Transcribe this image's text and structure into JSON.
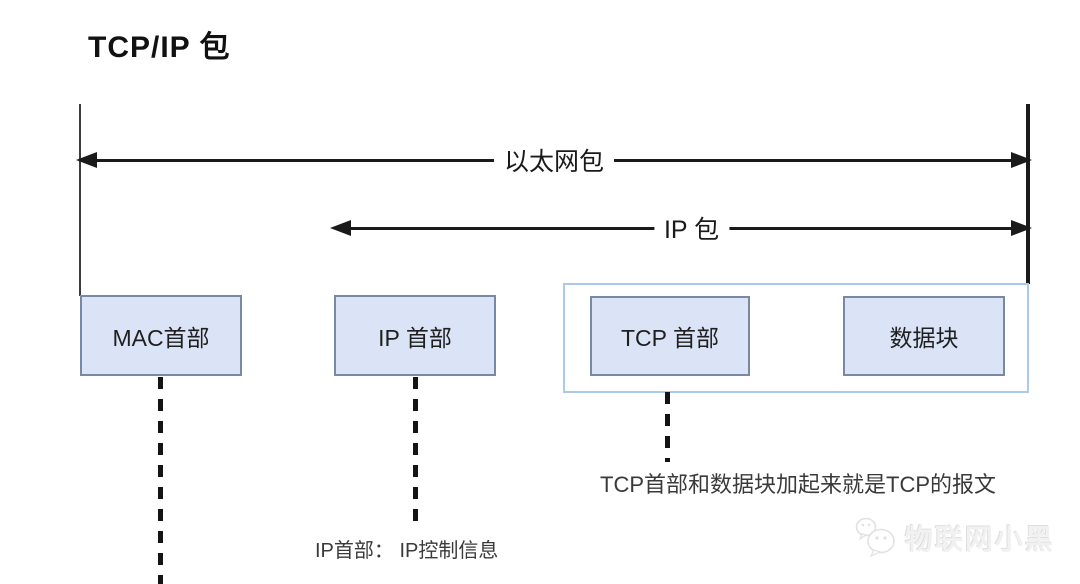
{
  "title": "TCP/IP 包",
  "arrows": {
    "ethernet": {
      "label": "以太网包"
    },
    "ip": {
      "label": "IP 包"
    }
  },
  "boxes": {
    "mac": {
      "label": "MAC首部"
    },
    "ip_header": {
      "label": "IP 首部"
    },
    "tcp_header": {
      "label": "TCP 首部"
    },
    "data_block": {
      "label": "数据块"
    }
  },
  "notes": {
    "tcp_message": "TCP首部和数据块加起来就是TCP的报文",
    "ip_header_info": "IP首部： IP控制信息"
  },
  "watermark": {
    "text": "物联网小黑",
    "icon": "wechat-icon"
  },
  "colors": {
    "line": "#1a1a1a",
    "box_fill": "#dbe4f6",
    "box_border": "#7888a5",
    "group_border": "#abc9e9",
    "note_text": "#3a3a3a",
    "watermark_text": "#f1f1f1"
  }
}
